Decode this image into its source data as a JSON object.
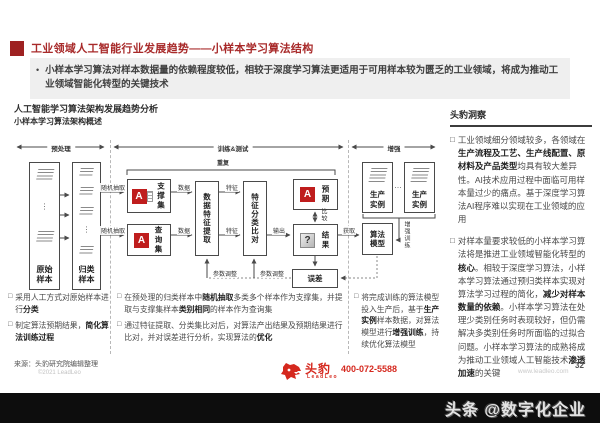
{
  "header": {
    "title": "工业领域人工智能行业发展趋势——小样本学习算法结构",
    "bullet": "•",
    "summary": "小样本学习算法对样本数据量的依赖程度较低，相较于深度学习算法更适用于可用样本较为匮乏的工业领域，将成为推动工业领域智能化转型的关键技术"
  },
  "section": {
    "title": "人工智能学习算法架构发展趋势分析",
    "subtitle": "小样本学习算法架构概述"
  },
  "diagram": {
    "stages": {
      "pre": "预处理",
      "train": "训练&测试",
      "enhance": "增强"
    },
    "nodes": {
      "raw": "原始样本",
      "classified": "归类样本",
      "support": "支撑集",
      "query": "查询集",
      "extract": "数据特征提取",
      "classify": "特征分类比对",
      "expect": "预期",
      "result": "结果",
      "model": "算法模型",
      "prod1": "生产实例",
      "prod2": "生产实例",
      "error": "误差",
      "a_glyph": "A",
      "q_glyph": "?",
      "dots_v": "⋮",
      "dots_h": "…"
    },
    "edges": {
      "random_top": "随机抽取",
      "random_bottom": "随机抽取",
      "data_top": "数据",
      "data_bottom": "数据",
      "feature_top": "特征",
      "feature_bottom": "特征",
      "output": "输出",
      "compare": "比较",
      "acquire": "获取",
      "repeat": "重复",
      "param_left": "参数调整",
      "param_right": "参数调整",
      "enhance_train": "增强训练"
    }
  },
  "notes": {
    "col1": [
      {
        "m": "□",
        "segs": [
          {
            "t": "采用人工方式对原始样本进行",
            "b": false
          },
          {
            "t": "分类",
            "b": true
          }
        ]
      },
      {
        "m": "□",
        "segs": [
          {
            "t": "制定算法预期结果，",
            "b": false
          },
          {
            "t": "简化算法训练过程",
            "b": true
          }
        ]
      }
    ],
    "col2": [
      {
        "m": "□",
        "segs": [
          {
            "t": "在预处理的归类样本中",
            "b": false
          },
          {
            "t": "随机抽取",
            "b": true
          },
          {
            "t": "多类多个样本作为支撑集，并提取与支撑集样本",
            "b": false
          },
          {
            "t": "类别相同",
            "b": true
          },
          {
            "t": "的样本作为查询集",
            "b": false
          }
        ]
      },
      {
        "m": "□",
        "segs": [
          {
            "t": "通过特征提取、分类集比对后，对算法产出结果及预期结果进行比对，并对误差进行分析，实现算法的",
            "b": false
          },
          {
            "t": "优化",
            "b": true
          }
        ]
      }
    ],
    "col3": [
      {
        "m": "□",
        "segs": [
          {
            "t": "将完成训练的算法模型投入生产后，基于",
            "b": false
          },
          {
            "t": "生产实例",
            "b": true
          },
          {
            "t": "样本数据，对算法模型进行",
            "b": false
          },
          {
            "t": "增强训练",
            "b": true
          },
          {
            "t": "，持续优化算法模型",
            "b": false
          }
        ]
      }
    ]
  },
  "insights": {
    "title": "头豹洞察",
    "items": [
      {
        "m": "□",
        "segs": [
          {
            "t": "工业领域细分领域较多，各领域在",
            "b": false
          },
          {
            "t": "生产流程及工艺、生产线配置、原材料及产品类型",
            "b": true
          },
          {
            "t": "均具有较大差异性。AI技术应用过程中面临可用样本量过少的痛点。基于深度学习算法AI程序难以实现在工业领域的应用",
            "b": false
          }
        ]
      },
      {
        "m": "□",
        "segs": [
          {
            "t": "对样本量要求较低的小样本学习算法将是推进工业领域智能化转型的",
            "b": false
          },
          {
            "t": "核心",
            "b": true
          },
          {
            "t": "。相较于深度学习算法，小样本学习算法通过预归类样本实现对算法学习过程的简化，",
            "b": false
          },
          {
            "t": "减少对样本数量的依赖",
            "b": true
          },
          {
            "t": "。小样本学习算法在处理少类别任务时表现较好，但仍需解决多类别任务时所面临的过拟合问题。小样本学习算法的成熟将成为推动工业领域人工智能技术",
            "b": false
          },
          {
            "t": "渗透加速",
            "b": true
          },
          {
            "t": "的关键",
            "b": false
          }
        ]
      }
    ]
  },
  "footer": {
    "source": "来源：头豹研究院编辑整理",
    "copyright": "©2021 LeadLeo",
    "brand": "头豹",
    "brand_sub": "LeadLeo",
    "phone": "400-072-5588",
    "website": "www.leadleo.com",
    "page": "32"
  },
  "watermark": "头条 @数字化企业",
  "colors": {
    "accent_dark_red": "#9E2121",
    "title_red": "#A82A2A",
    "logo_red": "#D5281E",
    "icon_red": "#BF1D1D"
  }
}
